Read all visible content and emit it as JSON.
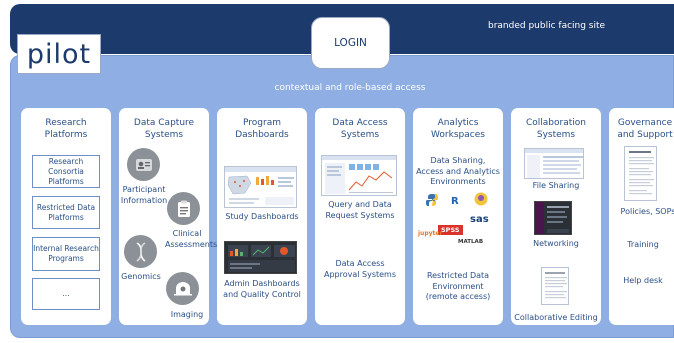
{
  "header": {
    "tagline": "branded public facing site",
    "login_label": "LOGIN",
    "logo_text": "pilot"
  },
  "main": {
    "access_label": "contextual and role-based access"
  },
  "columns": {
    "research": {
      "title": "Research Platforms",
      "boxes": [
        "Research Consortia Platforms",
        "Restricted Data Platforms",
        "Internal Research Programs",
        "..."
      ]
    },
    "capture": {
      "title": "Data Capture Systems",
      "items": [
        "Participant Information",
        "Clinical Assessments",
        "Genomics",
        "Imaging"
      ]
    },
    "program": {
      "title": "Program Dashboards",
      "items": [
        "Study Dashboards",
        "Admin Dashboards and Quality Control"
      ]
    },
    "access": {
      "title": "Data Access Systems",
      "items": [
        "Query and Data Request Systems",
        "Data Access Approval Systems"
      ]
    },
    "analytics": {
      "title": "Analytics Workspaces",
      "items": [
        "Data Sharing, Access and Analytics Environments",
        "Restricted Data Environment (remote access)"
      ],
      "tool_logos": [
        "R",
        "sas",
        "SPSS",
        "jupyter",
        "MATLAB"
      ]
    },
    "collab": {
      "title": "Collaboration Systems",
      "items": [
        "File Sharing",
        "Networking",
        "Collaborative Editing"
      ]
    },
    "governance": {
      "title": "Governance and Support",
      "items": [
        "Policies, SOPs",
        "Training",
        "Help desk"
      ]
    }
  },
  "colors": {
    "navy": "#1c3a6b",
    "panel_blue": "#8faee3",
    "text_blue": "#2a4f86"
  }
}
